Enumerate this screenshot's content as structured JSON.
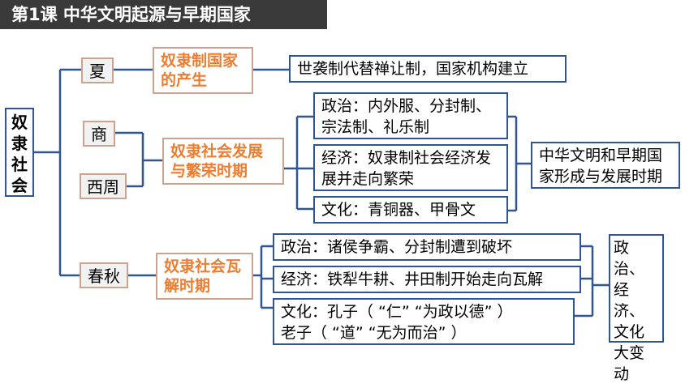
{
  "title": "第1课  中华文明起源与早期国家",
  "root": "奴隶社会",
  "eras": {
    "xia": "夏",
    "shang": "商",
    "xizhou": "西周",
    "chunqiu": "春秋"
  },
  "phases": {
    "birth": "奴隶制国家的产生",
    "prosper": "奴隶社会发展与繁荣时期",
    "decline": "奴隶社会瓦解时期"
  },
  "details": {
    "xia": "世袭制代替禅让制，国家机构建立",
    "prosper_politics": "政治：内外服、分封制、宗法制、礼乐制",
    "prosper_economy": "经济：奴隶制社会经济发展并走向繁荣",
    "prosper_culture": "文化：青铜器、甲骨文",
    "decline_politics": "政治：诸侯争霸、分封制遭到破坏",
    "decline_economy": "经济：铁犁牛耕、井田制开始走向瓦解",
    "decline_culture_1": "文化：孔子（ “仁” “为政以德” ）",
    "decline_culture_2": "老子（ “道” “无为而治” ）"
  },
  "summaries": {
    "prosper": "中华文明和早期国家形成与发展时期",
    "decline": "政治、经济、文化大变动"
  },
  "colors": {
    "line": "#2f5597",
    "phase_text": "#ed7d31",
    "era_border": "#c9a58f",
    "title_bg": "#3a3a3a"
  }
}
